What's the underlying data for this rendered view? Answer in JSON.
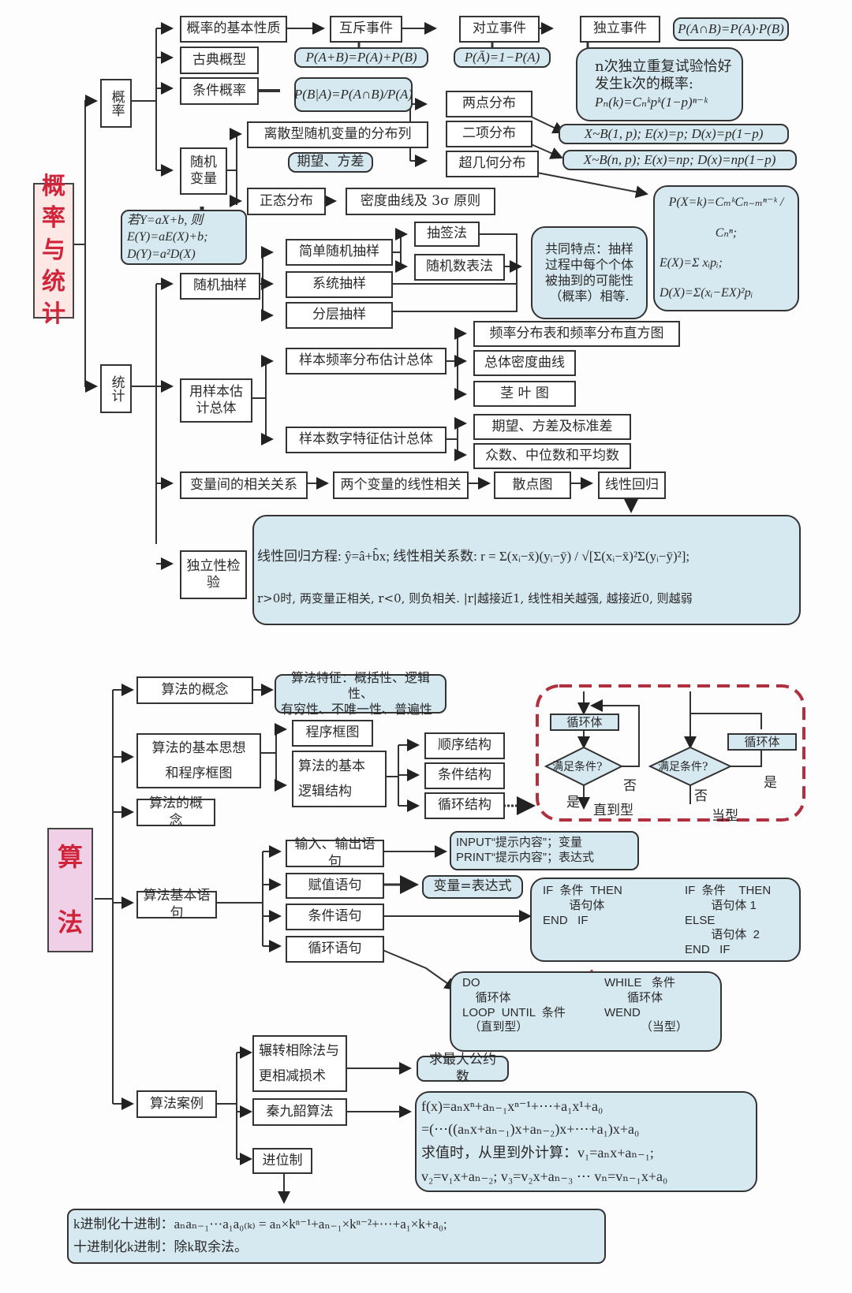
{
  "section1": {
    "title_chars": [
      "概",
      "率",
      "与",
      "统",
      "计"
    ],
    "probability": "概率",
    "statistics": "统计",
    "basic_props": "概率的基本性质",
    "mutually_exclusive": "互斥事件",
    "opposite": "对立事件",
    "independent": "独立事件",
    "f_mutex": "P(A+B)=P(A)+P(B)",
    "f_opposite": "P(Ā)=1−P(A)",
    "f_independent": "P(A∩B)=P(A)·P(B)",
    "bernoulli": [
      "n次独立重复试验恰好",
      "发生k次的概率:",
      "Pₙ(k)=Cₙᵏpᵏ(1−p)ⁿ⁻ᵏ"
    ],
    "classical": "古典概型",
    "conditional": "条件概率",
    "f_conditional": "P(B|A)=P(A∩B)/P(A)",
    "random_var": "随机变量",
    "discrete_dist": "离散型随机变量的分布列",
    "expect_var": "期望、方差",
    "two_point": "两点分布",
    "binomial": "二项分布",
    "hypergeo": "超几何分布",
    "f_two_point": "X~B(1, p); E(x)=p; D(x)=p(1−p)",
    "f_binomial": "X~B(n, p); E(x)=np; D(x)=np(1−p)",
    "normal": "正态分布",
    "density_curve": "密度曲线及 3σ 原则",
    "linear_transform": [
      "若Y=aX+b, 则",
      "E(Y)=aE(X)+b;",
      "D(Y)=a²D(X)"
    ],
    "hypergeo_formulas": [
      "P(X=k)=CₘᵏCₙ₋ₘⁿ⁻ᵏ / Cₙⁿ;",
      "E(X)=Σ xᵢpᵢ;",
      "D(X)=Σ(xᵢ−EX)²pᵢ"
    ],
    "random_sampling": "随机抽样",
    "simple_sampling": "简单随机抽样",
    "systematic": "系统抽样",
    "stratified": "分层抽样",
    "lottery": "抽签法",
    "random_table": "随机数表法",
    "common_feature": [
      "共同特点：抽样",
      "过程中每个个体",
      "被抽到的可能性",
      "（概率）相等."
    ],
    "estimate_pop": "用样本估计总体",
    "freq_dist": "样本频率分布估计总体",
    "freq_table": "频率分布表和频率分布直方图",
    "density": "总体密度曲线",
    "stem_leaf": "茎 叶 图",
    "numeric_feat": "样本数字特征估计总体",
    "exp_std": "期望、方差及标准差",
    "mode_median": "众数、中位数和平均数",
    "correlation": "变量间的相关关系",
    "linear_corr": "两个变量的线性相关",
    "scatter": "散点图",
    "linear_reg": "线性回归",
    "independence_test": "独立性检验",
    "regression_line1": "线性回归方程: ŷ=â+b̂x;  线性相关系数: r = Σ(xᵢ−x̄)(yᵢ−ȳ) / √[Σ(xᵢ−x̄)²Σ(yᵢ−ȳ)²];",
    "regression_line2": "r>0时, 两变量正相关, r<0, 则负相关. |r|越接近1, 线性相关越强, 越接近0, 则越弱"
  },
  "section2": {
    "title_chars": [
      "算",
      "法"
    ],
    "concept": "算法的概念",
    "features": [
      "算法特征：概括性、逻辑性、",
      "有穷性、不唯一性、普遍性"
    ],
    "basic_idea": [
      "算法的基本思想",
      "和程序框图"
    ],
    "flowchart": "程序框图",
    "logic_struct": [
      "算法的基本",
      "逻辑结构"
    ],
    "sequence": "顺序结构",
    "condition": "条件结构",
    "loop": "循环结构",
    "concept2": "算法的概念",
    "loop_body": "循环体",
    "satisfy": "满足条件?",
    "yes": "是",
    "no": "否",
    "until_type": "直到型",
    "while_type": "当型",
    "statements": "算法基本语句",
    "io": "输入、输出语句",
    "io_box": [
      "INPUT“提示内容”；变量",
      "PRINT“提示内容”；表达式"
    ],
    "assign": "赋值语句",
    "assign_box": "变量=表达式",
    "cond_stmt": "条件语句",
    "loop_stmt": "循环语句",
    "if1": [
      "IF  条件  THEN",
      "        语句体",
      "END   IF"
    ],
    "if2": [
      "IF  条件    THEN",
      "        语句体 1",
      "ELSE",
      "        语句体  2",
      "END   IF"
    ],
    "do_loop": [
      "DO",
      "    循环体",
      "LOOP  UNTIL  条件",
      "  （直到型）"
    ],
    "while_loop": [
      "WHILE   条件",
      "       循环体",
      "WEND",
      "           （当型）"
    ],
    "cases": "算法案例",
    "euclid": [
      "辗转相除法与",
      "更相减损术"
    ],
    "gcd": "求最大公约数",
    "qin": "秦九韶算法",
    "qin_box": [
      "f(x)=aₙxⁿ+aₙ₋₁xⁿ⁻¹+⋯+a₁x¹+a₀",
      "=(⋯((aₙx+aₙ₋₁)x+aₙ₋₂)x+⋯+a₁)x+a₀",
      "求值时，从里到外计算：v₁=aₙx+aₙ₋₁;",
      "v₂=v₁x+aₙ₋₂; v₃=v₂x+aₙ₋₃ ⋯ vₙ=vₙ₋₁x+a₀"
    ],
    "base": "进位制",
    "base_box": [
      "k进制化十进制：aₙaₙ₋₁⋯a₁a₀₍ₖ₎ = aₙ×kⁿ⁻¹+aₙ₋₁×kⁿ⁻²+⋯+a₁×k+a₀;",
      "十进制化k进制：除k取余法。"
    ]
  },
  "colors": {
    "accent_red": "#d0243a",
    "box_blue": "#d6e8f0",
    "cat1_bg": "#fde8e6",
    "cat2_bg": "#f0d0e6",
    "dash_red": "#b03040"
  }
}
